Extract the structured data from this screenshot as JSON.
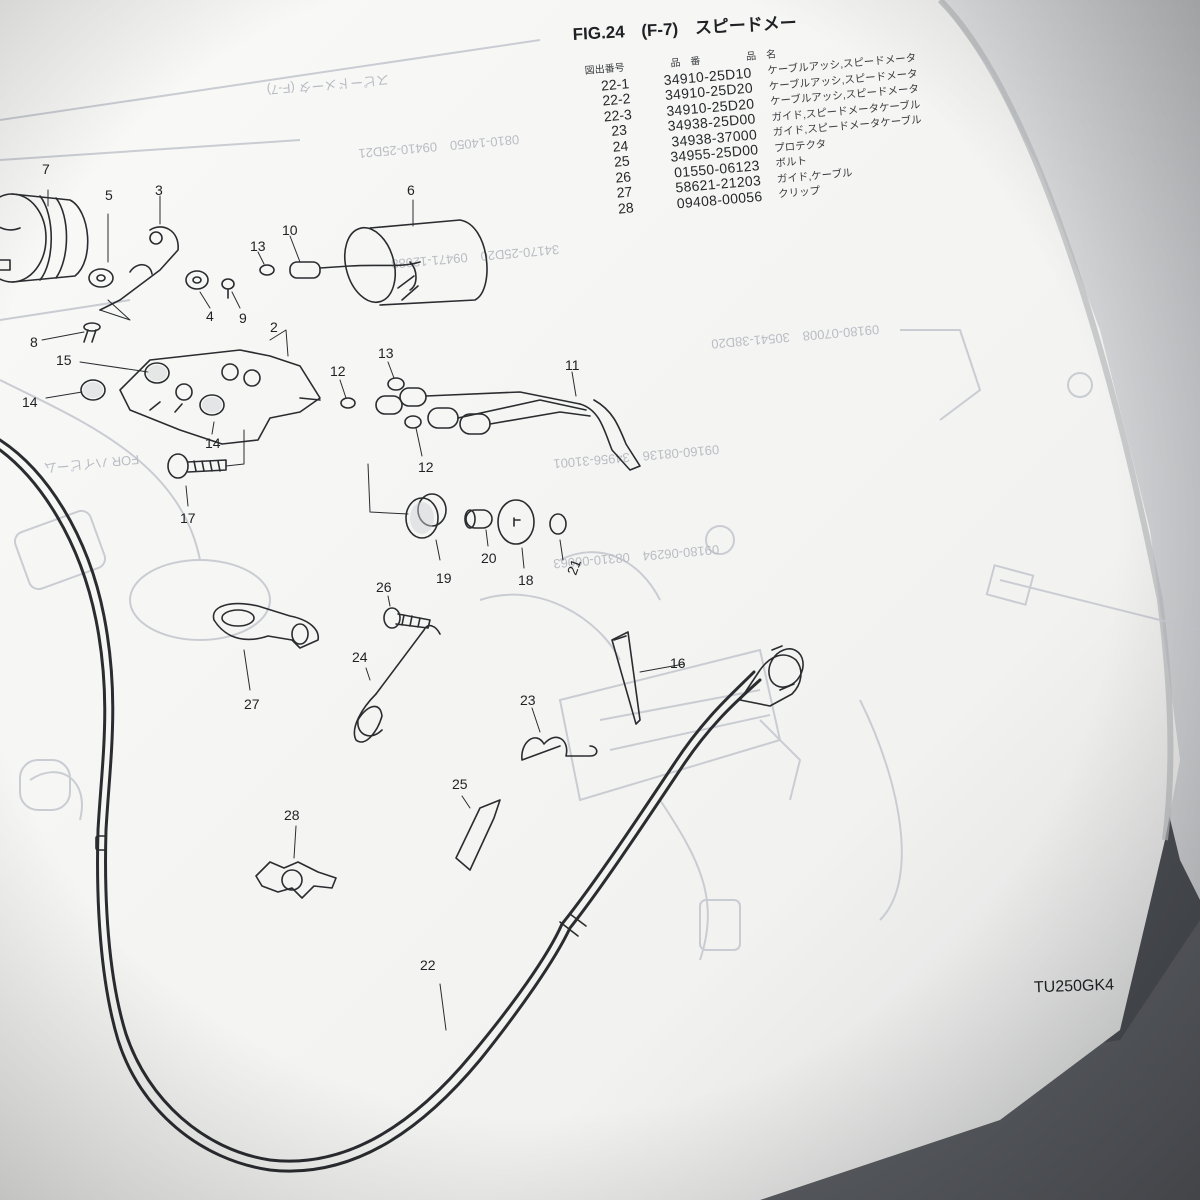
{
  "figure": {
    "fig_label": "FIG.24",
    "fig_code": "(F-7)",
    "fig_title": "スピードメー"
  },
  "table": {
    "headers": [
      "図出番号",
      "品　番",
      "品　名"
    ],
    "rows": [
      {
        "no": "22-1",
        "part": "34910-25D10",
        "desc": "ケーブルアッシ,スピードメータ"
      },
      {
        "no": "22-2",
        "part": "34910-25D20",
        "desc": "ケーブルアッシ,スピードメータ"
      },
      {
        "no": "22-3",
        "part": "34910-25D20",
        "desc": "ケーブルアッシ,スピードメータ"
      },
      {
        "no": "23",
        "part": "34938-25D00",
        "desc": "ガイド,スピードメータケーブル"
      },
      {
        "no": "24",
        "part": "34938-37000",
        "desc": "ガイド,スピードメータケーブル"
      },
      {
        "no": "25",
        "part": "34955-25D00",
        "desc": "プロテクタ"
      },
      {
        "no": "26",
        "part": "01550-06123",
        "desc": "ボルト"
      },
      {
        "no": "27",
        "part": "58621-21203",
        "desc": "ガイド,ケーブル"
      },
      {
        "no": "28",
        "part": "09408-00056",
        "desc": "クリップ"
      }
    ]
  },
  "callouts": [
    "7",
    "5",
    "3",
    "6",
    "10",
    "13",
    "4",
    "9",
    "8",
    "2",
    "15",
    "12",
    "13",
    "11",
    "14",
    "14",
    "12",
    "17",
    "19",
    "20",
    "18",
    "21",
    "26",
    "24",
    "16",
    "27",
    "23",
    "25",
    "28",
    "22"
  ],
  "model_code": "TU250GK4",
  "colors": {
    "paper": "#f7f7f5",
    "ink": "#1f2124",
    "ghost_ink": "#b9bcc3",
    "background": "#4a4d52"
  }
}
